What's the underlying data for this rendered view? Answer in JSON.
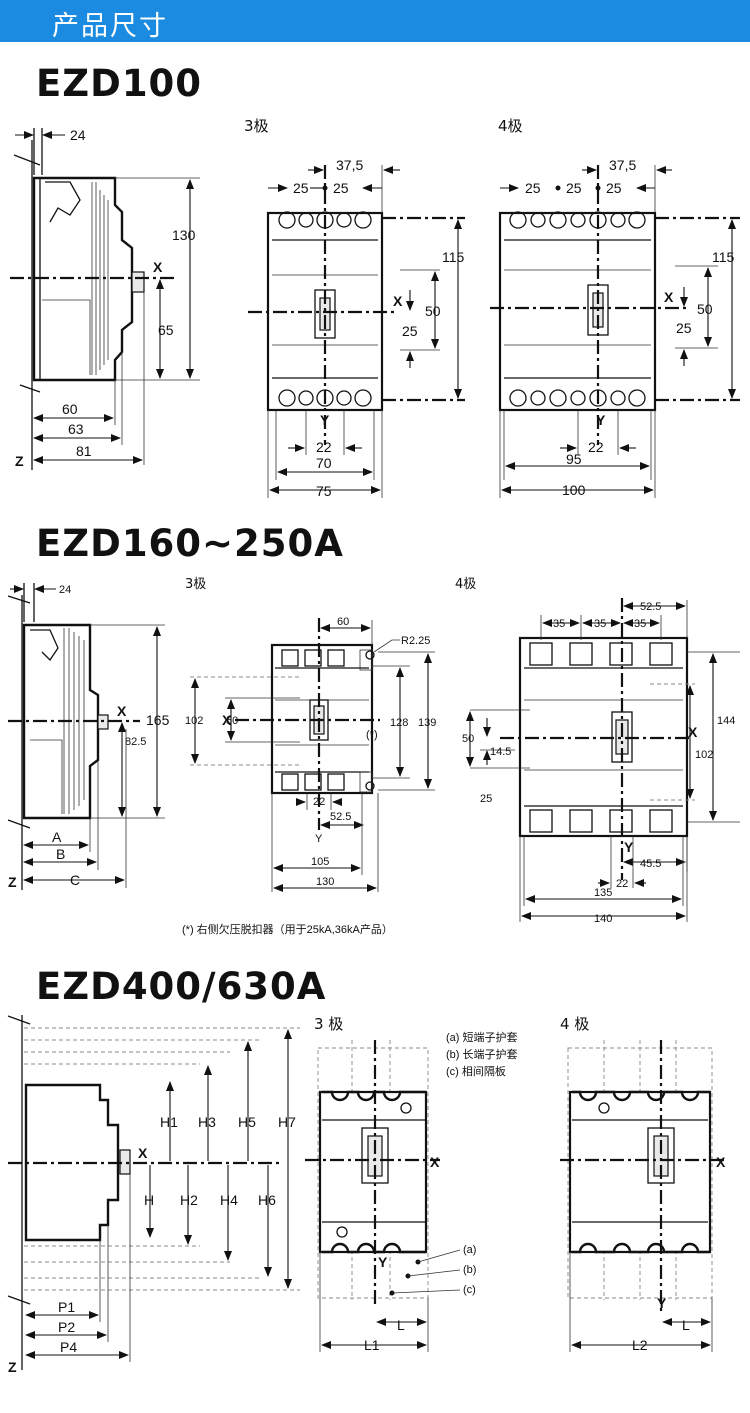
{
  "header": {
    "title": "产品尺寸",
    "bg_color": "#1a8be0"
  },
  "sections": {
    "ezd100": {
      "model": "EZD100",
      "pole3_label": "3极",
      "pole4_label": "4极",
      "side": {
        "d24": "24",
        "d130": "130",
        "d65": "65",
        "d60": "60",
        "d63": "63",
        "d81": "81",
        "x": "X",
        "z": "Z"
      },
      "p3": {
        "d37_5": "37,5",
        "d25a": "25",
        "d25b": "25",
        "d115": "115",
        "d50": "50",
        "d25v": "25",
        "d22": "22",
        "d70": "70",
        "d75": "75",
        "x": "X",
        "y": "Y"
      },
      "p4": {
        "d37_5": "37,5",
        "d25a": "25",
        "d25b": "25",
        "d25c": "25",
        "d115": "115",
        "d50": "50",
        "d25v": "25",
        "d22": "22",
        "d95": "95",
        "d100": "100",
        "x": "X",
        "y": "Y"
      }
    },
    "ezd160": {
      "model": "EZD160~250A",
      "pole3_label": "3极",
      "pole4_label": "4极",
      "side": {
        "d24": "24",
        "d165": "165",
        "d82_5": "82.5",
        "a": "A",
        "b": "B",
        "c": "C",
        "x": "X",
        "z": "Z"
      },
      "p3": {
        "d60": "60",
        "r2_25": "R2.25",
        "d102": "102",
        "d50": "50",
        "d128": "128",
        "d139": "139",
        "star": "(*)",
        "d22": "22",
        "d52_5": "52.5",
        "d105": "105",
        "d130": "130",
        "x": "X",
        "y": "Y"
      },
      "p4": {
        "d52_5": "52.5",
        "d35a": "35",
        "d35b": "35",
        "d35c": "35",
        "d144": "144",
        "d102": "102",
        "d50": "50",
        "d14_5": "14.5",
        "d25": "25",
        "d45_5": "45.5",
        "d22": "22",
        "d135": "135",
        "d140": "140",
        "x": "X",
        "y": "Y"
      },
      "note": "(*) 右侧欠压脱扣器（用于25kA,36kA产品）"
    },
    "ezd400": {
      "model": "EZD400/630A",
      "pole3_label": "3 极",
      "pole4_label": "4 极",
      "side": {
        "h": "H",
        "h1": "H1",
        "h2": "H2",
        "h3": "H3",
        "h4": "H4",
        "h5": "H5",
        "h6": "H6",
        "h7": "H7",
        "p1": "P1",
        "p2": "P2",
        "p4": "P4",
        "x": "X",
        "z": "Z"
      },
      "legend": {
        "a": "(a) 短端子护套",
        "b": "(b) 长端子护套",
        "c": "(c) 相间隔板"
      },
      "p3": {
        "a": "(a)",
        "b": "(b)",
        "c": "(c)",
        "l": "L",
        "l1": "L1",
        "x": "X",
        "y": "Y"
      },
      "p4": {
        "l": "L",
        "l2": "L2",
        "x": "X",
        "y": "Y"
      }
    }
  }
}
